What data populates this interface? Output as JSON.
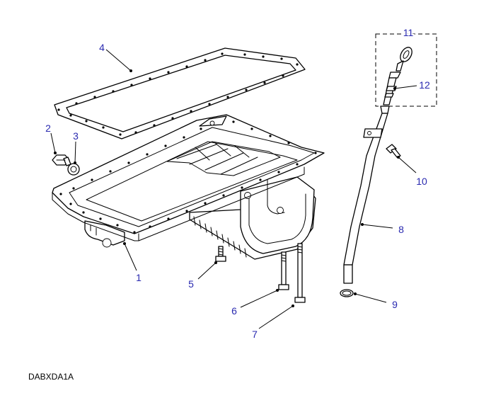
{
  "diagram": {
    "reference_code": "DABXDA1A",
    "callouts": [
      {
        "number": "1",
        "part": "oil-sump"
      },
      {
        "number": "2",
        "part": "drain-plug"
      },
      {
        "number": "3",
        "part": "drain-plug-washer"
      },
      {
        "number": "4",
        "part": "sump-gasket"
      },
      {
        "number": "5",
        "part": "sump-bolt"
      },
      {
        "number": "6",
        "part": "sump-bolt-long"
      },
      {
        "number": "7",
        "part": "sump-bolt-extra-long"
      },
      {
        "number": "8",
        "part": "dipstick-tube"
      },
      {
        "number": "9",
        "part": "tube-o-ring"
      },
      {
        "number": "10",
        "part": "tube-bracket-bolt"
      },
      {
        "number": "11",
        "part": "dipstick"
      },
      {
        "number": "12",
        "part": "dipstick-seal"
      }
    ],
    "colors": {
      "callout": "#2a2ab0",
      "line": "#000000",
      "background": "#ffffff"
    }
  }
}
